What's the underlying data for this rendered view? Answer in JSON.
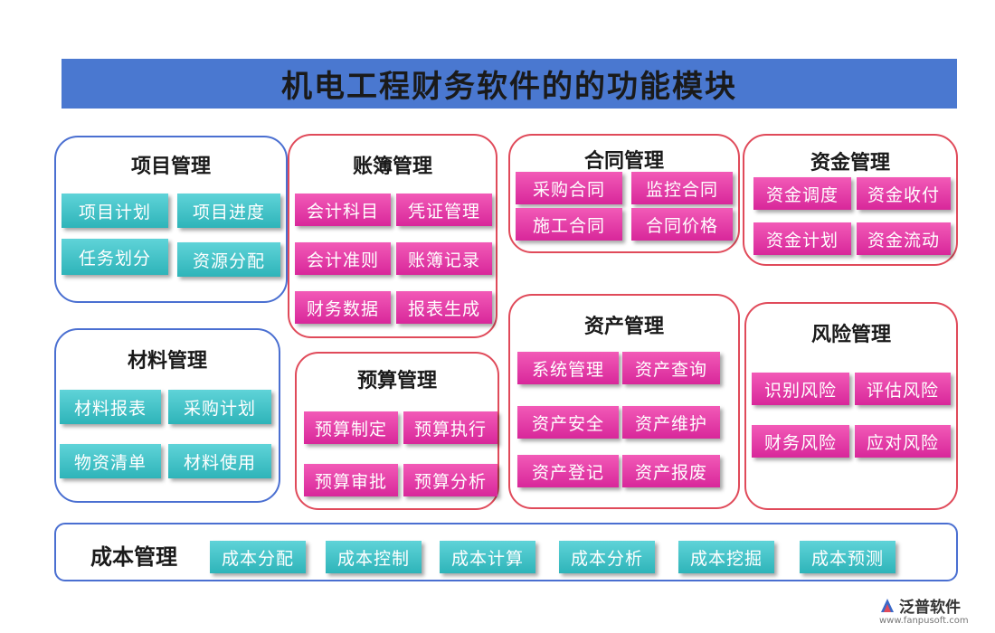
{
  "title": "机电工程财务软件的的功能模块",
  "colors": {
    "banner": "#4a78d0",
    "border_blue": "#4a6fd1",
    "border_red": "#e04a5a",
    "teal": "#2eb4b9",
    "pink": "#d8279a"
  },
  "modules": {
    "project": {
      "title": "项目管理",
      "items": [
        "项目计划",
        "项目进度",
        "任务划分",
        "资源分配"
      ]
    },
    "ledger": {
      "title": "账簿管理",
      "items": [
        "会计科目",
        "凭证管理",
        "会计准则",
        "账簿记录",
        "财务数据",
        "报表生成"
      ]
    },
    "contract": {
      "title": "合同管理",
      "items": [
        "采购合同",
        "监控合同",
        "施工合同",
        "合同价格"
      ]
    },
    "fund": {
      "title": "资金管理",
      "items": [
        "资金调度",
        "资金收付",
        "资金计划",
        "资金流动"
      ]
    },
    "material": {
      "title": "材料管理",
      "items": [
        "材料报表",
        "采购计划",
        "物资清单",
        "材料使用"
      ]
    },
    "budget": {
      "title": "预算管理",
      "items": [
        "预算制定",
        "预算执行",
        "预算审批",
        "预算分析"
      ]
    },
    "asset": {
      "title": "资产管理",
      "items": [
        "系统管理",
        "资产查询",
        "资产安全",
        "资产维护",
        "资产登记",
        "资产报废"
      ]
    },
    "risk": {
      "title": "风险管理",
      "items": [
        "识别风险",
        "评估风险",
        "财务风险",
        "应对风险"
      ]
    },
    "cost": {
      "title": "成本管理",
      "items": [
        "成本分配",
        "成本控制",
        "成本计算",
        "成本分析",
        "成本挖掘",
        "成本预测"
      ]
    }
  },
  "logo": {
    "name": "泛普软件",
    "url": "www.fanpusoft.com",
    "icon": "fanpu-logo-icon"
  }
}
